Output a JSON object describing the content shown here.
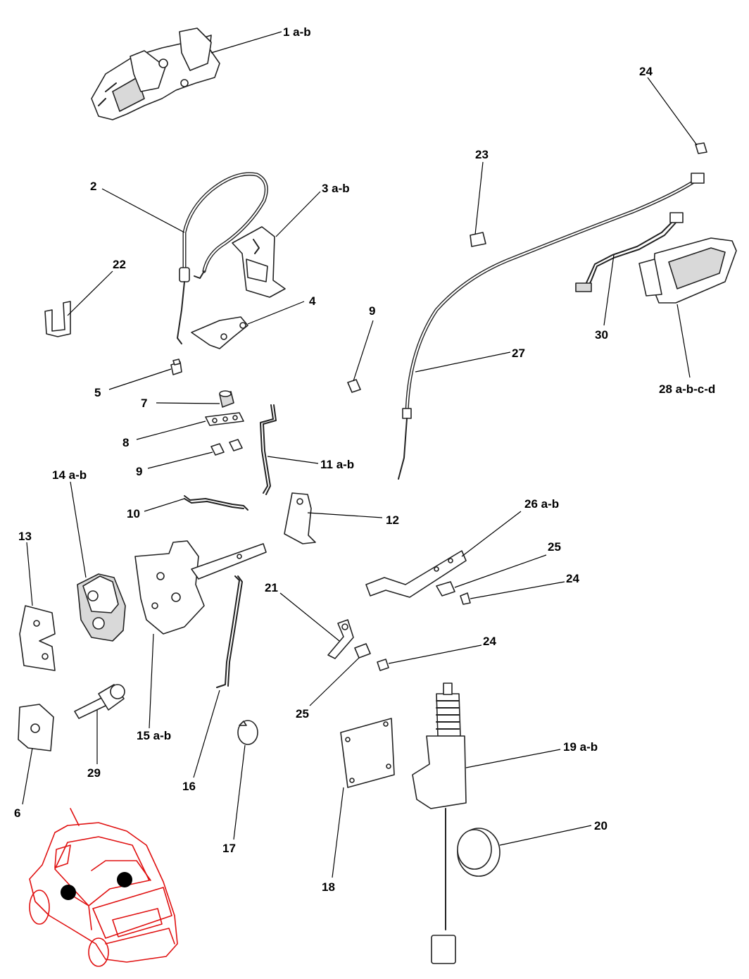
{
  "labels": {
    "l1": "1 a-b",
    "l2": "2",
    "l3": "3 a-b",
    "l4": "4",
    "l5": "5",
    "l6": "6",
    "l7": "7",
    "l8": "8",
    "l9a": "9",
    "l9b": "9",
    "l10": "10",
    "l11": "11 a-b",
    "l12": "12",
    "l13": "13",
    "l14": "14 a-b",
    "l15": "15 a-b",
    "l16": "16",
    "l17": "17",
    "l18": "18",
    "l19": "19 a-b",
    "l20": "20",
    "l21": "21",
    "l22": "22",
    "l23": "23",
    "l24a": "24",
    "l24b": "24",
    "l24c": "24",
    "l25a": "25",
    "l25b": "25",
    "l26": "26 a-b",
    "l27": "27",
    "l28": "28 a-b-c-d",
    "l29": "29",
    "l30": "30"
  },
  "colors": {
    "line_art": "#222222",
    "locator_car": "#e01010",
    "locator_marker": "#000000",
    "background": "#ffffff"
  }
}
